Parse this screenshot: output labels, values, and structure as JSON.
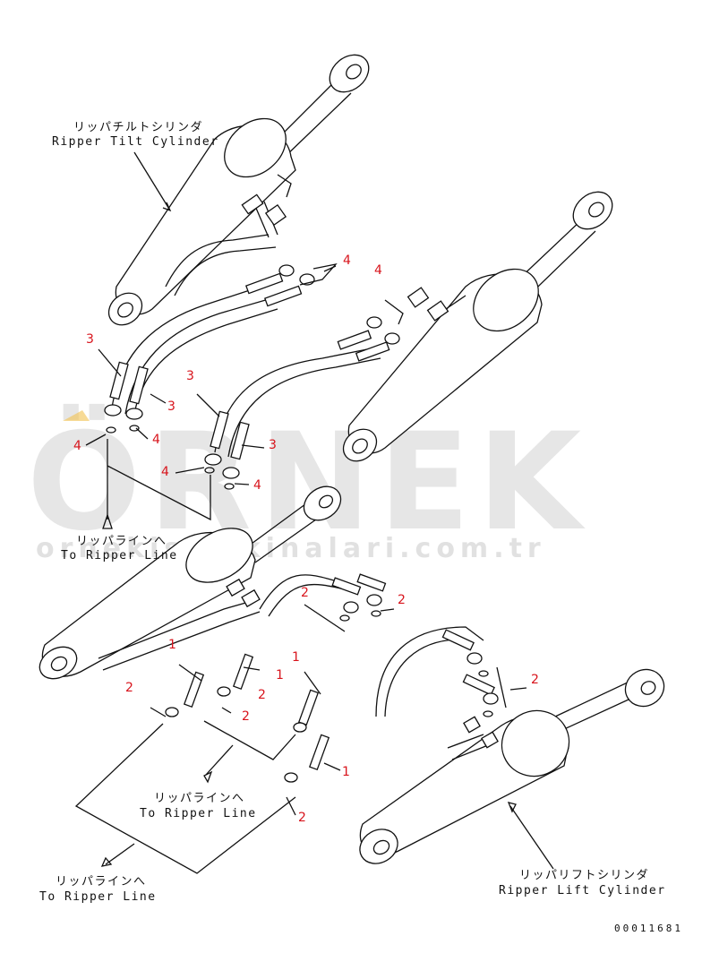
{
  "labels": {
    "tilt_jp": "リッパチルトシリンダ",
    "tilt_en": "Ripper Tilt Cylinder",
    "lift_jp": "リッパリフトシリンダ",
    "lift_en": "Ripper Lift Cylinder",
    "line1_jp": "リッパラインへ",
    "line1_en": "To Ripper Line",
    "line2_jp": "リッパラインへ",
    "line2_en": "To Ripper Line",
    "line3_jp": "リッパラインへ",
    "line3_en": "To Ripper Line"
  },
  "part_numbers": {
    "n1": "1",
    "n2": "2",
    "n3": "3",
    "n4": "4"
  },
  "drawing_code": "00011681",
  "watermark": {
    "main": "ÖRNEK",
    "url": "ornekismakinalari.com.tr"
  },
  "colors": {
    "callout": "#d8141c",
    "line": "#111111",
    "watermark": "#c9c9c9",
    "watermark_accent": "#f2c14e"
  }
}
